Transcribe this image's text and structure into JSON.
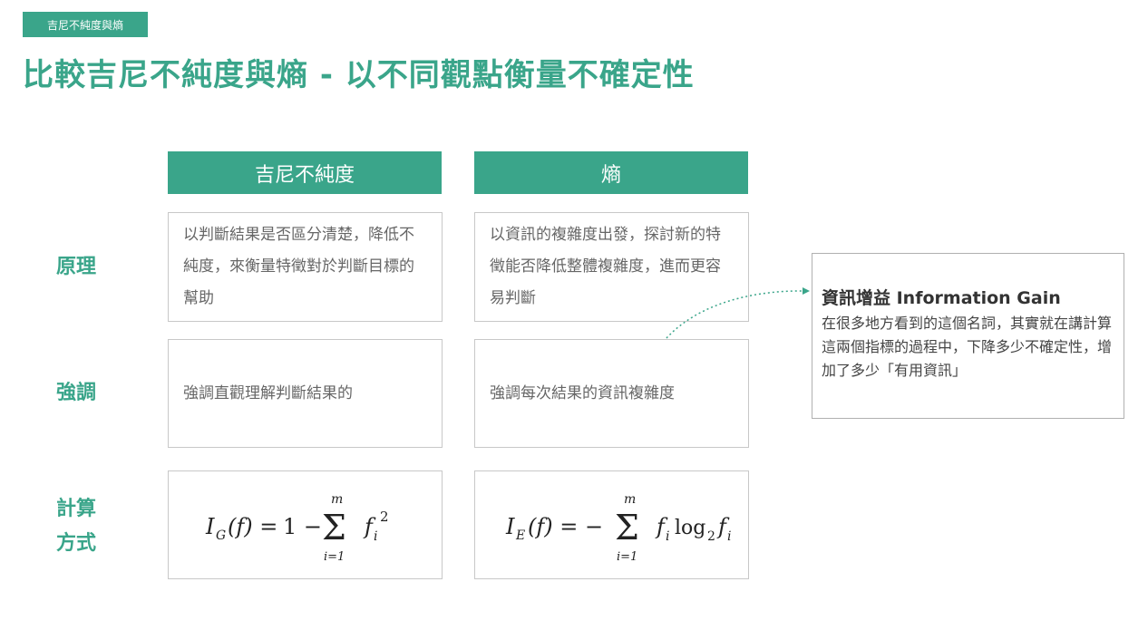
{
  "header": {
    "tag": "吉尼不純度與熵",
    "title": "比較吉尼不純度與熵 - 以不同觀點衡量不確定性"
  },
  "columns": {
    "gini": "吉尼不純度",
    "entropy": "熵"
  },
  "rows": {
    "principle": "原理",
    "emphasis": "強調",
    "calc_line1": "計算",
    "calc_line2": "方式"
  },
  "cells": {
    "gini_principle": "以判斷結果是否區分清楚，降低不純度，來衡量特徵對於判斷目標的幫助",
    "entropy_principle": "以資訊的複雜度出發，探討新的特徵能否降低整體複雜度，進而更容易判斷",
    "gini_emphasis": "強調直觀理解判斷結果的",
    "entropy_emphasis": "強調每次結果的資訊複雜度"
  },
  "formulas": {
    "gini": {
      "lhs": "I",
      "lhs_sub": "G",
      "arg": "(f) =",
      "one": "1 −",
      "sum_top": "m",
      "sum_bottom": "i=1",
      "term": "f",
      "term_sub": "i",
      "term_sup": "2"
    },
    "entropy": {
      "lhs": "I",
      "lhs_sub": "E",
      "arg": "(f) = −",
      "sum_top": "m",
      "sum_bottom": "i=1",
      "term": "f",
      "term_sub": "i",
      "log": "log",
      "log_sub": "2",
      "term2": "f",
      "term2_sub": "i"
    }
  },
  "info": {
    "title": "資訊增益 Information Gain",
    "body": "在很多地方看到的這個名詞，其實就在講計算這兩個指標的過程中，下降多少不確定性，增加了多少「有用資訊」"
  },
  "colors": {
    "accent": "#3aa58a",
    "border": "#c8c8c8"
  }
}
